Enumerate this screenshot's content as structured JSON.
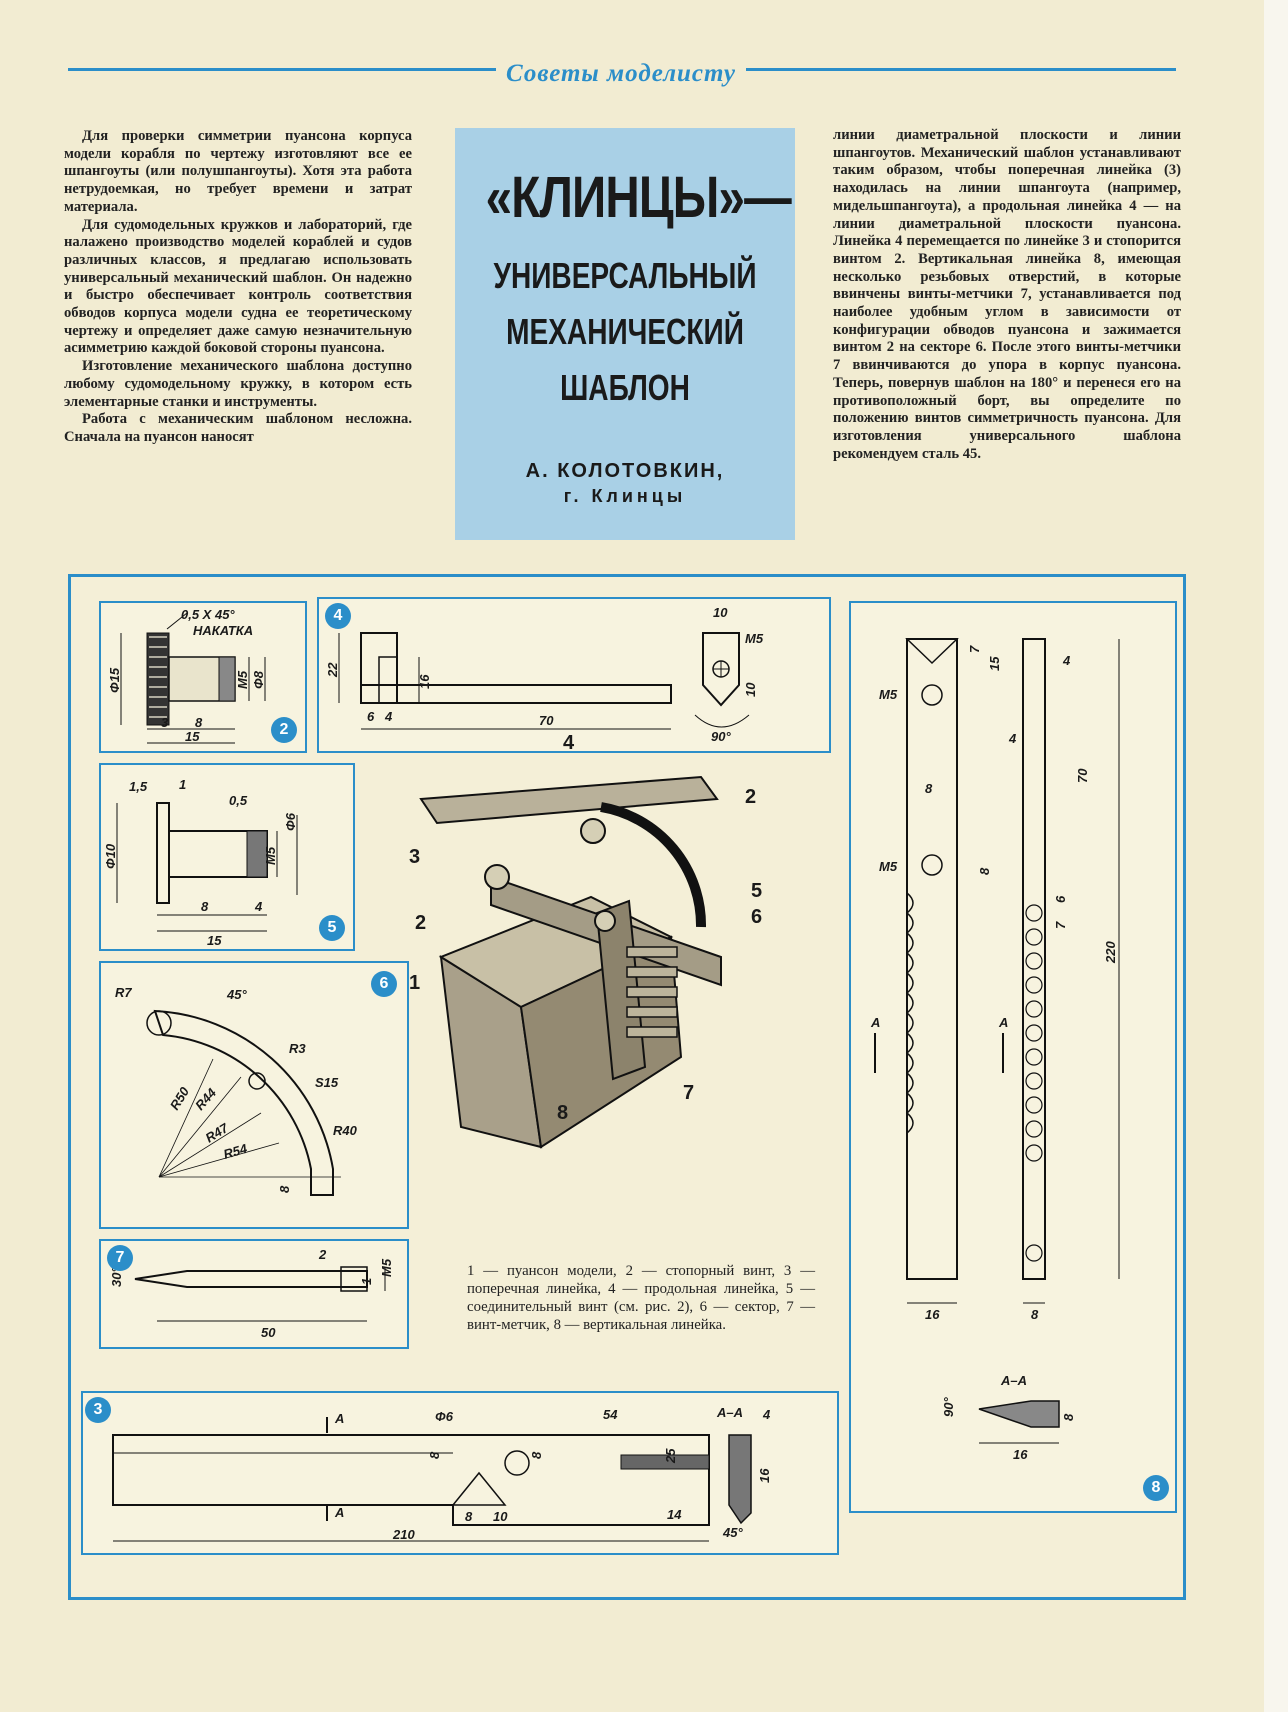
{
  "header": {
    "section": "Советы моделисту"
  },
  "article": {
    "title_main": "«КЛИНЦЫ»—",
    "title_sub_1": "УНИВЕРСАЛЬНЫЙ",
    "title_sub_2": "МЕХАНИЧЕСКИЙ",
    "title_sub_3": "ШАБЛОН",
    "author": "А. КОЛОТОВКИН,",
    "city": "г. Клинцы",
    "col1": [
      "Для проверки симметрии пуансона корпуса модели корабля по чертежу изготовляют все ее шпангоуты (или полушпангоуты). Хотя эта работа нетрудоемкая, но требует времени и затрат материала.",
      "Для судомодельных кружков и лабораторий, где налажено производство моделей кораблей и судов различных классов, я предлагаю использовать универсальный механический шаблон. Он надежно и быстро обеспечивает контроль соответствия обводов корпуса модели судна ее теоретическому чертежу и определяет даже самую незначительную асимметрию каждой боковой стороны пуансона.",
      "Изготовление механического шаблона доступно любому судомодельному кружку, в котором есть элементарные станки и инструменты.",
      "Работа с механическим шаблоном несложна. Сначала на пуансон наносят"
    ],
    "col3": [
      "линии диаметральной плоскости и линии шпангоутов. Механический шаблон устанавливают таким образом, чтобы поперечная линейка (3) находилась на линии шпангоута (например, мидельшпангоута), а продольная линейка 4 — на линии диаметральной плоскости пуансона. Линейка 4 перемещается по линейке 3 и стопорится винтом 2. Вертикальная линейка 8, имеющая несколько резьбовых отверстий, в которые ввинчены винты-метчики 7, устанавливается под наиболее удобным углом в зависимости от конфигурации обводов пуансона и зажимается винтом 2 на секторе 6. После этого винты-метчики 7 ввинчиваются до упора в корпус пуансона. Теперь, повернув шаблон на 180° и перенеся его на противоположный борт, вы определите по положению винтов симметричность пуансона. Для изготовления универсального шаблона рекомендуем сталь 45."
    ]
  },
  "figures": {
    "badges": [
      "2",
      "4",
      "5",
      "6",
      "7",
      "3",
      "8"
    ],
    "fig2": {
      "chamfer": "0,5 X 45°",
      "knurl": "НАКАТКА",
      "d15": "Φ15",
      "m5": "M5",
      "d8": "Φ8",
      "l3": "3",
      "l8": "8",
      "l15": "15"
    },
    "fig4": {
      "h22": "22",
      "h16": "16",
      "w6": "6",
      "w4": "4",
      "w70": "70",
      "w10": "10",
      "m5": "M5",
      "h10": "10",
      "ang90": "90°"
    },
    "fig5": {
      "l15a": "1,5",
      "l1": "1",
      "l05": "0,5",
      "d6": "Φ6",
      "d10": "Φ10",
      "m5": "M5",
      "l8": "8",
      "l4": "4",
      "l15": "15"
    },
    "fig6": {
      "r7": "R7",
      "ang45": "45°",
      "r3": "R3",
      "r50": "R50",
      "r44": "R44",
      "s15": "S15",
      "r47": "R47",
      "r54": "R54",
      "r40": "R40",
      "l8": "8"
    },
    "fig7": {
      "ang30": "30°",
      "l2": "2",
      "l1": "1",
      "m5": "M5",
      "l50": "50"
    },
    "fig3": {
      "section_a": "A",
      "d6": "Φ6",
      "l54": "54",
      "aa": "A–A",
      "l4": "4",
      "l8a": "8",
      "l8b": "8",
      "l25": "25",
      "l16": "16",
      "l8c": "8",
      "l10": "10",
      "l14": "14",
      "l210": "210",
      "ang45": "45°"
    },
    "fig8": {
      "l7": "7",
      "l15": "15",
      "l4a": "4",
      "m5a": "M5",
      "l4b": "4",
      "l70": "70",
      "l8a": "8",
      "m5b": "M5",
      "l8b": "8",
      "l6": "6",
      "l7b": "7",
      "l220": "220",
      "a1": "A",
      "a2": "A",
      "l16": "16",
      "l8c": "8",
      "aa": "A–A",
      "ang90": "90°",
      "l8d": "8",
      "l16b": "16"
    },
    "assembly_labels": [
      "4",
      "2",
      "3",
      "2",
      "1",
      "5",
      "6",
      "7",
      "8"
    ],
    "caption": "1 — пуансон модели, 2 — стопорный винт, 3 — поперечная линейка, 4 — продольная линейка, 5 — соединительный винт (см. рис. 2), 6 — сектор, 7 — винт-метчик, 8 — вертикальная линейка."
  },
  "colors": {
    "accent": "#2b8ec9",
    "title_bg": "#a9d0e6",
    "paper": "#f2ecd2"
  }
}
